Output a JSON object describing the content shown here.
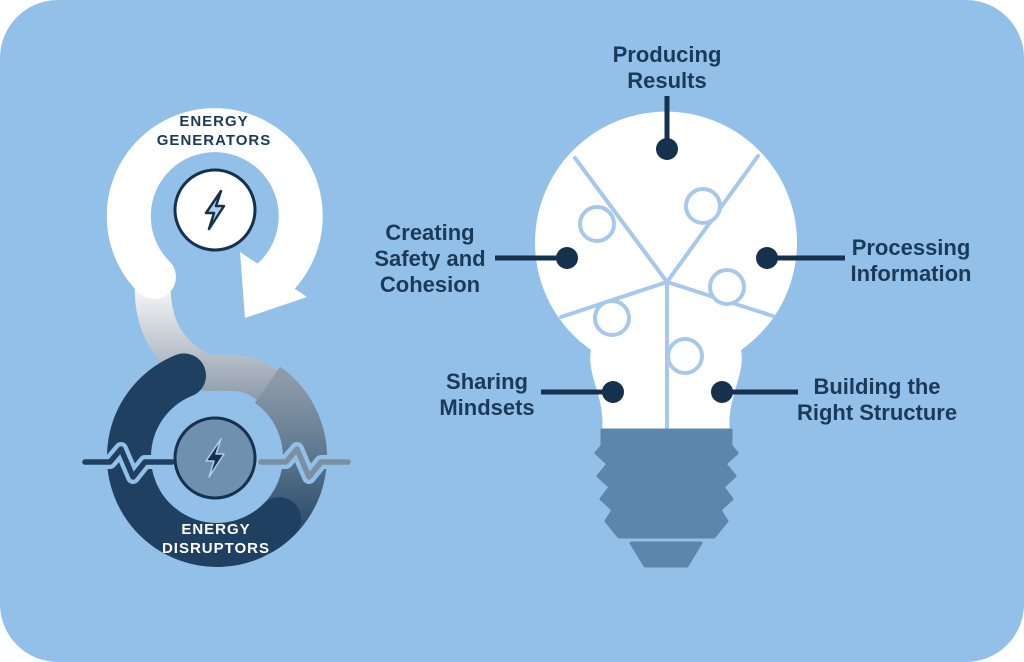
{
  "colors": {
    "background": "#92c0e8",
    "navy": "#16314d",
    "loop_dark": "#1f4061",
    "loop_gray": "#8d9aa8",
    "loop_white": "#ffffff",
    "bulb_base_steel": "#5d86ac",
    "puzzle_line_blue": "#a6c9eb",
    "disruptor_circle_fill": "#6f91af",
    "bolt_light_fill": "#aecfec"
  },
  "energy_loop": {
    "generators_label": "ENERGY\nGENERATORS",
    "disruptors_label": "ENERGY\nDISRUPTORS"
  },
  "bulb": {
    "labels": {
      "top": "Producing\nResults",
      "left": "Creating\nSafety and\nCohesion",
      "right": "Processing\nInformation",
      "bottom_left": "Sharing\nMindsets",
      "bottom_right": "Building the\nRight Structure"
    }
  }
}
